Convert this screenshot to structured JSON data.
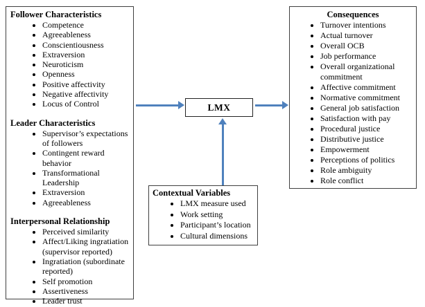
{
  "colors": {
    "arrow": "#4f81bd",
    "border": "#3f3f3f",
    "text": "#000000",
    "bg": "#ffffff"
  },
  "left_box": {
    "sections": [
      {
        "heading": "Follower Characteristics",
        "items": [
          "Competence",
          "Agreeableness",
          "Conscientiousness",
          "Extraversion",
          "Neuroticism",
          "Openness",
          "Positive affectivity",
          "Negative affectivity",
          "Locus of Control"
        ]
      },
      {
        "heading": "Leader Characteristics",
        "items": [
          "Supervisor’s expectations of followers",
          "Contingent reward behavior",
          "Transformational Leadership",
          "Extraversion",
          "Agreeableness"
        ]
      },
      {
        "heading": "Interpersonal Relationship",
        "items": [
          "Perceived similarity",
          "Affect/Liking ingratiation (supervisor reported)",
          "Ingratiation (subordinate reported)",
          "Self promotion",
          "Assertiveness",
          "Leader trust"
        ]
      }
    ]
  },
  "center_box": {
    "label": "LMX"
  },
  "right_box": {
    "heading": "Consequences",
    "items": [
      "Turnover intentions",
      "Actual turnover",
      "Overall OCB",
      "Job performance",
      "Overall organizational commitment",
      "Affective commitment",
      "Normative commitment",
      "General job satisfaction",
      "Satisfaction with pay",
      "Procedural justice",
      "Distributive justice",
      "Empowerment",
      "Perceptions of politics",
      "Role ambiguity",
      "Role conflict"
    ]
  },
  "bottom_box": {
    "heading": "Contextual Variables",
    "items": [
      "LMX measure used",
      "Work setting",
      "Participant’s location",
      "Cultural dimensions"
    ]
  }
}
